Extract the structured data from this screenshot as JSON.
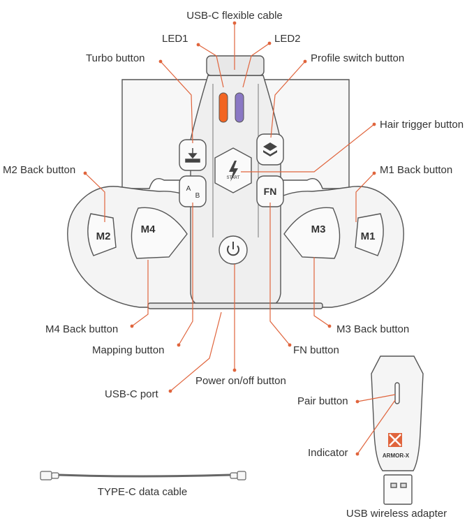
{
  "labels": {
    "usbc_flexible_cable": "USB-C flexible cable",
    "led1": "LED1",
    "led2": "LED2",
    "turbo_button": "Turbo button",
    "profile_switch_button": "Profile switch button",
    "hair_trigger_button": "Hair trigger button",
    "m2_back_button": "M2 Back button",
    "m1_back_button": "M1 Back button",
    "m4_back_button": "M4 Back button",
    "m3_back_button": "M3 Back button",
    "mapping_button": "Mapping button",
    "fn_button": "FN button",
    "usbc_port": "USB-C port",
    "power_button": "Power on/off button",
    "pair_button": "Pair button",
    "indicator": "Indicator",
    "typec_cable": "TYPE-C data cable",
    "usb_adapter": "USB wireless adapter"
  },
  "device_marks": {
    "m2": "M2",
    "m4": "M4",
    "m3": "M3",
    "m1": "M1",
    "fn": "FN",
    "mapping_a": "A",
    "mapping_b": "B",
    "start": "START",
    "brand": "ARMOR-X"
  },
  "colors": {
    "accent_leader": "#e0643c",
    "led1": "#f26522",
    "led2": "#8a78c4",
    "outline": "#555555",
    "fill_light": "#f2f2f2",
    "text": "#333333"
  }
}
